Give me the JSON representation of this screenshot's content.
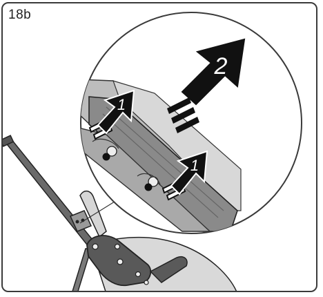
{
  "step": {
    "label": "18b"
  },
  "callouts": {
    "arrow_left_number": "1",
    "arrow_right_number": "1",
    "arrow_big_number": "2"
  },
  "colors": {
    "frame": "#3a3a3a",
    "dark_arrow": "#111111",
    "frame_metal": "#5a5a5a",
    "seat_fill": "#cfcfcf",
    "bar_fill": "#8c8c8c"
  },
  "icons": [
    "up-arrow-icon",
    "direction-arrow-icon",
    "motion-lines-icon"
  ]
}
